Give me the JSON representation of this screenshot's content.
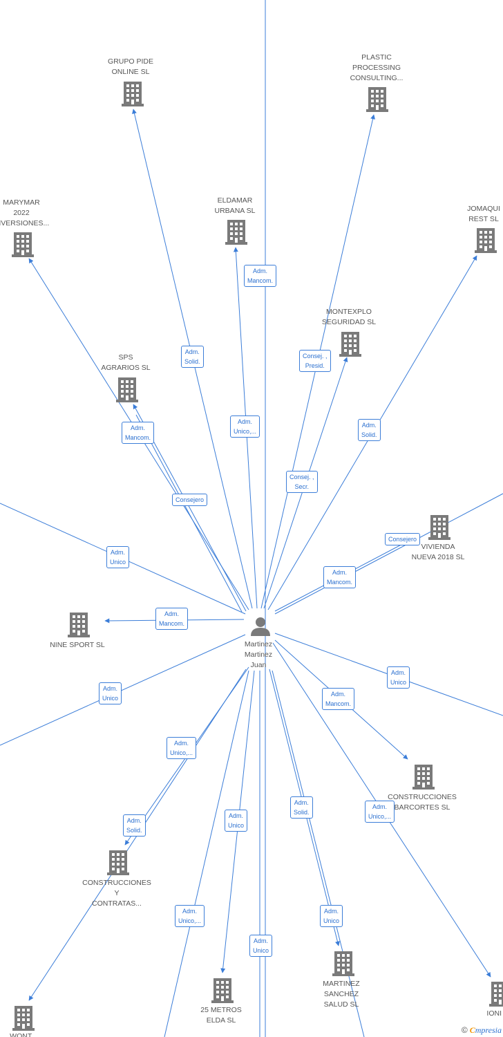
{
  "center": {
    "label_lines": [
      "Martinez",
      "Martinez",
      "Juan"
    ]
  },
  "companies": [
    {
      "id": "grupo-pide",
      "lines": [
        "GRUPO PIDE",
        "ONLINE  SL"
      ]
    },
    {
      "id": "plastic",
      "lines": [
        "PLASTIC",
        "PROCESSING",
        "CONSULTING..."
      ]
    },
    {
      "id": "marymar",
      "lines": [
        "MARYMAR",
        "2022",
        "INVERSIONES..."
      ]
    },
    {
      "id": "eldamar",
      "lines": [
        "ELDAMAR",
        "URBANA SL"
      ]
    },
    {
      "id": "jomaqui",
      "lines": [
        "JOMAQUI",
        "REST  SL"
      ]
    },
    {
      "id": "montexplo",
      "lines": [
        "MONTEXPLO",
        "SEGURIDAD  SL"
      ]
    },
    {
      "id": "sps",
      "lines": [
        "SPS",
        "AGRARIOS SL"
      ]
    },
    {
      "id": "vivienda",
      "lines": [
        "VIVIENDA",
        "NUEVA 2018  SL"
      ]
    },
    {
      "id": "nine",
      "lines": [
        "NINE SPORT SL"
      ]
    },
    {
      "id": "barcortes",
      "lines": [
        "CONSTRUCCIONES",
        "BARCORTES SL"
      ]
    },
    {
      "id": "contratas",
      "lines": [
        "CONSTRUCCIONES",
        "Y",
        "CONTRATAS..."
      ]
    },
    {
      "id": "metros",
      "lines": [
        "25 METROS",
        "ELDA  SL"
      ]
    },
    {
      "id": "sanchez",
      "lines": [
        "MARTINEZ",
        "SANCHEZ",
        "SALUD  SL"
      ]
    },
    {
      "id": "ioni",
      "lines": [
        "IONI"
      ]
    },
    {
      "id": "bottom-left",
      "lines": [
        "WONT..."
      ]
    }
  ],
  "edge_labels": [
    {
      "id": "e-eldamar",
      "lines": [
        "Adm.",
        "Mancom."
      ]
    },
    {
      "id": "e-grupo",
      "lines": [
        "Adm.",
        "Solid."
      ]
    },
    {
      "id": "e-plastic",
      "lines": [
        "Consej. ,",
        "Presid."
      ]
    },
    {
      "id": "e-eldamar2",
      "lines": [
        "Adm.",
        "Unico,..."
      ]
    },
    {
      "id": "e-jomaqui",
      "lines": [
        "Adm.",
        "Solid."
      ]
    },
    {
      "id": "e-sps",
      "lines": [
        "Adm.",
        "Mancom."
      ]
    },
    {
      "id": "e-montexplo",
      "lines": [
        "Consej. ,",
        "Secr."
      ]
    },
    {
      "id": "e-consejero1",
      "lines": [
        "Consejero"
      ]
    },
    {
      "id": "e-consejero2",
      "lines": [
        "Consejero"
      ]
    },
    {
      "id": "e-left-top",
      "lines": [
        "Adm.",
        "Unico"
      ]
    },
    {
      "id": "e-vivienda",
      "lines": [
        "Adm.",
        "Mancom."
      ]
    },
    {
      "id": "e-nine",
      "lines": [
        "Adm.",
        "Mancom."
      ]
    },
    {
      "id": "e-right",
      "lines": [
        "Adm.",
        "Unico"
      ]
    },
    {
      "id": "e-left-bottom",
      "lines": [
        "Adm.",
        "Unico"
      ]
    },
    {
      "id": "e-barcortes",
      "lines": [
        "Adm.",
        "Mancom."
      ]
    },
    {
      "id": "e-contratas1",
      "lines": [
        "Adm.",
        "Unico,..."
      ]
    },
    {
      "id": "e-ioni",
      "lines": [
        "Adm.",
        "Unico,..."
      ]
    },
    {
      "id": "e-sanchez1",
      "lines": [
        "Adm.",
        "Solid."
      ]
    },
    {
      "id": "e-metros",
      "lines": [
        "Adm.",
        "Unico"
      ]
    },
    {
      "id": "e-contratas2",
      "lines": [
        "Adm.",
        "Solid."
      ]
    },
    {
      "id": "e-bottom1",
      "lines": [
        "Adm.",
        "Unico,..."
      ]
    },
    {
      "id": "e-sanchez2",
      "lines": [
        "Adm.",
        "Unico"
      ]
    },
    {
      "id": "e-bottom2",
      "lines": [
        "Adm.",
        "Unico"
      ]
    }
  ],
  "footer": {
    "copyright": "©",
    "brand_first": "C",
    "brand_rest": "mpresia"
  },
  "colors": {
    "edge": "#3b7dd8",
    "icon": "#7a7a7a",
    "label": "#555555"
  }
}
